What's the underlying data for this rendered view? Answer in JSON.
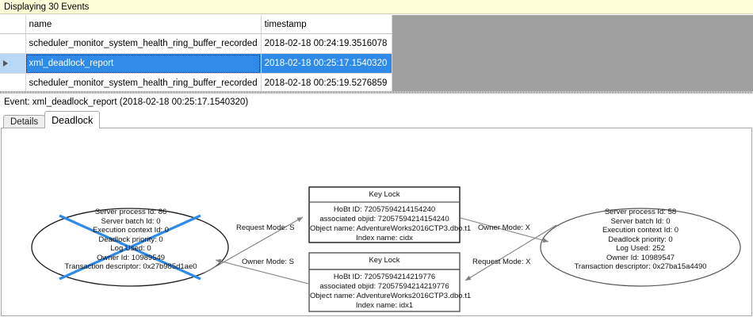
{
  "banner": {
    "text": "Displaying 30 Events"
  },
  "grid": {
    "columns": [
      "",
      "name",
      "timestamp"
    ],
    "rows": [
      {
        "selected": false,
        "marker": "",
        "name": "scheduler_monitor_system_health_ring_buffer_recorded",
        "timestamp": "2018-02-18 00:24:19.3516078"
      },
      {
        "selected": true,
        "marker": "row-selector-arrow",
        "name": "xml_deadlock_report",
        "timestamp": "2018-02-18 00:25:17.1540320"
      },
      {
        "selected": false,
        "marker": "",
        "name": "scheduler_monitor_system_health_ring_buffer_recorded",
        "timestamp": "2018-02-18 00:25:19.5276859"
      }
    ]
  },
  "event_header": {
    "text": "Event: xml_deadlock_report (2018-02-18 00:25:17.1540320)"
  },
  "tabs": [
    {
      "label": "Details",
      "active": false
    },
    {
      "label": "Deadlock",
      "active": true
    }
  ],
  "deadlock_graph": {
    "victim_marker_color": "#2f8ae8",
    "process_left": {
      "is_victim": true,
      "lines": [
        "Server process Id: 86",
        "Server batch Id: 0",
        "Execution context Id: 0",
        "Deadlock priority: 0",
        "Log Used: 0",
        "Owner Id: 10989549",
        "Transaction descriptor: 0x27b985d1ae0"
      ]
    },
    "process_right": {
      "is_victim": false,
      "lines": [
        "Server process Id: 58",
        "Server batch Id: 0",
        "Execution context Id: 0",
        "Deadlock priority: 0",
        "Log Used: 252",
        "Owner Id: 10989547",
        "Transaction descriptor: 0x27ba15a4490"
      ]
    },
    "lock_top": {
      "title": "Key Lock",
      "lines": [
        "HoBt ID: 72057594214154240",
        "associated objid: 72057594214154240",
        "Object name: AdventureWorks2016CTP3.dbo.t1",
        "Index name: cidx"
      ]
    },
    "lock_bottom": {
      "title": "Key Lock",
      "lines": [
        "HoBt ID: 72057594214219776",
        "associated objid: 72057594214219776",
        "Object name: AdventureWorks2016CTP3.dbo.t1",
        "Index name: idx1"
      ]
    },
    "edges": [
      {
        "label": "Request Mode: S",
        "from": "process_left",
        "to": "lock_top"
      },
      {
        "label": "Owner Mode: X",
        "from": "lock_top",
        "to": "process_right"
      },
      {
        "label": "Owner Mode: S",
        "from": "lock_bottom",
        "to": "process_left"
      },
      {
        "label": "Request Mode: X",
        "from": "process_right",
        "to": "lock_bottom"
      }
    ]
  }
}
